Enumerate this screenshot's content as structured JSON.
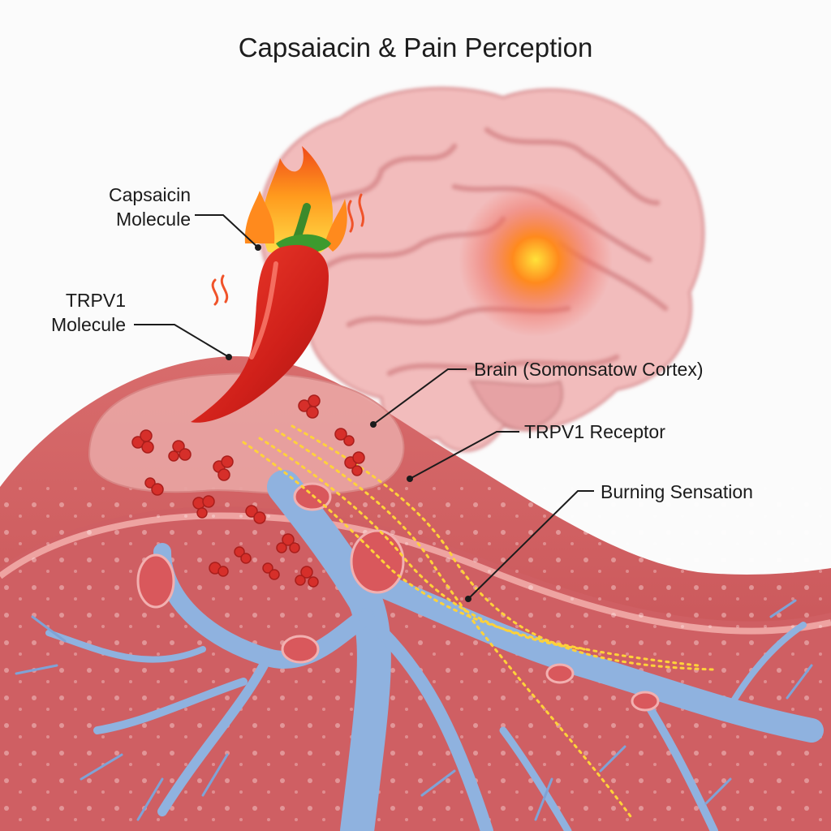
{
  "title": "Capsaiacin & Pain Perception",
  "labels": {
    "capsaicin_molecule": [
      "Capsaicin",
      "Molecule"
    ],
    "trpv1_molecule": [
      "TRPV1",
      "Molecule"
    ],
    "brain": "Brain (Somonsatow Cortex)",
    "trpv1_receptor": "TRPV1 Receptor",
    "burning_sensation": "Burning Sensation"
  },
  "colors": {
    "tissue": "#c9565a",
    "tissue_light": "#e89a98",
    "nerve": "#8fb2df",
    "brain": "#f1bcbc",
    "brain_hotspot": "#ff7a1a",
    "pepper": "#d8241c",
    "signal": "#ffd23a"
  }
}
